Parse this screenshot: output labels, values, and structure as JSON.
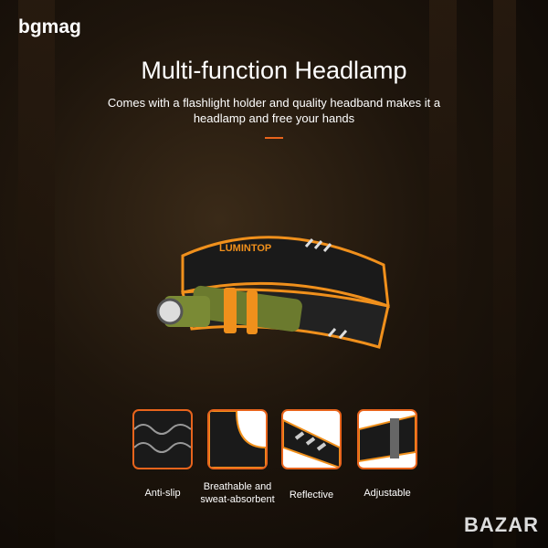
{
  "watermark_top": "bgmag",
  "title": "Multi-function Headlamp",
  "subtitle_line1": "Comes with a flashlight holder and quality headband makes it a",
  "subtitle_line2": "headlamp and free your hands",
  "brand_on_band": "LUMINTOP",
  "features": [
    {
      "label": "Anti-slip",
      "icon": "wave-pattern-icon"
    },
    {
      "label_line1": "Breathable and",
      "label_line2": "sweat-absorbent",
      "icon": "inner-band-icon"
    },
    {
      "label": "Reflective",
      "icon": "reflective-stripes-icon"
    },
    {
      "label": "Adjustable",
      "icon": "buckle-icon"
    }
  ],
  "watermark_bottom": "BAZAR",
  "colors": {
    "accent": "#e8641c",
    "lamp_body": "#6b7a2e"
  }
}
